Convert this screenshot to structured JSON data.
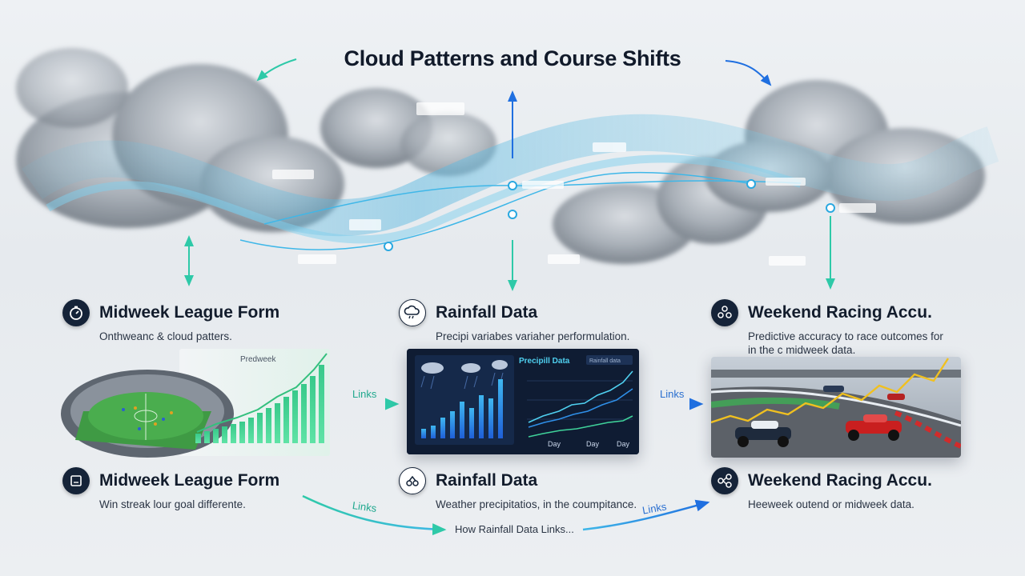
{
  "title": "Cloud Patterns and Course Shifts",
  "colors": {
    "teal": "#2ec9a8",
    "blue": "#1f6fe0",
    "dark": "#152338"
  },
  "top_row": [
    {
      "title": "Midweek League Form",
      "subtitle": "Onthweanc & cloud patters.",
      "icon": "stopwatch-icon"
    },
    {
      "title": "Rainfall Data",
      "subtitle": "Precipi variabes variaher performulation.",
      "icon": "rain-cloud-icon"
    },
    {
      "title": "Weekend Racing Accu.",
      "subtitle": "Predictive accuracy to race outcomes for in the c midweek data.",
      "icon": "network-nodes-icon"
    }
  ],
  "bottom_row": [
    {
      "title": "Midweek League Form",
      "subtitle": "Win streak lour goal differente.",
      "icon": "tablet-icon"
    },
    {
      "title": "Rainfall Data",
      "subtitle": "Weather precipitatios, in the coumpitance.",
      "icon": "link-nodes-icon"
    },
    {
      "title": "Weekend Racing Accu.",
      "subtitle": "Heeweek outend or midweek data.",
      "icon": "network-nodes-icon"
    }
  ],
  "panels": {
    "stadium_label": "Predweek",
    "rain_title": "Precipill Data",
    "rain_tag": "Rainfall data",
    "day_tick": "Day"
  },
  "links": {
    "link_1": "Links",
    "link_2": "Links",
    "link_3": "Links",
    "link_4": "Links",
    "flow_text": "How Rainfall Data Links..."
  }
}
